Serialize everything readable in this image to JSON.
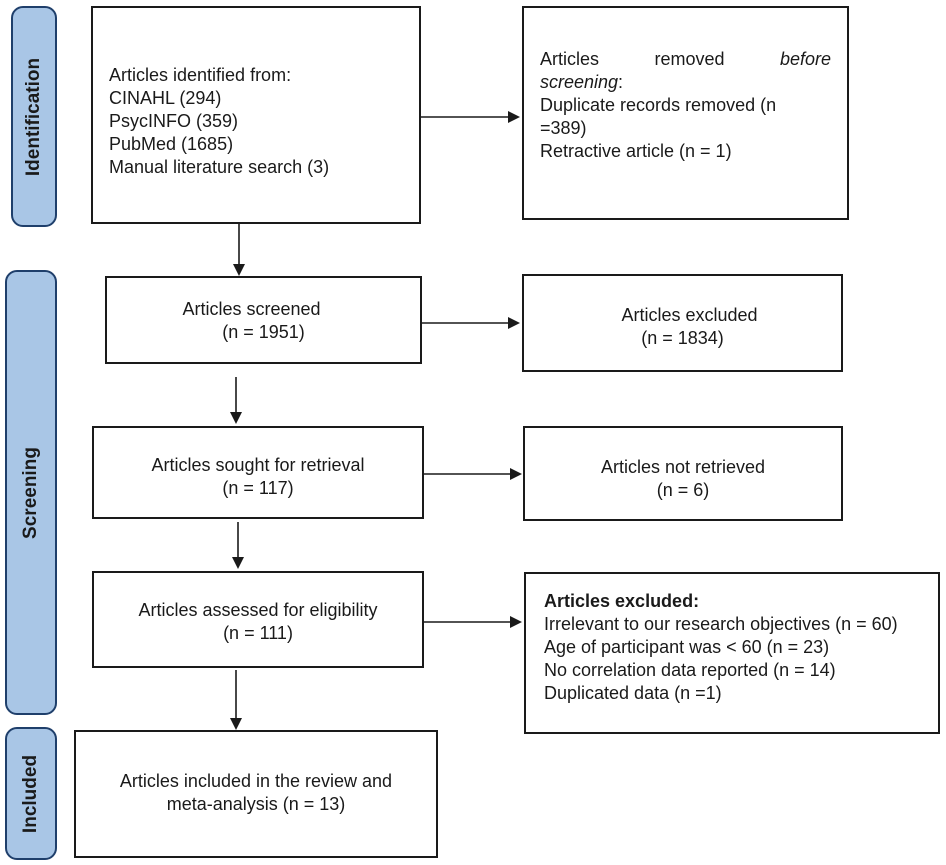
{
  "phases": {
    "identification": "Identification",
    "screening": "Screening",
    "included": "Included"
  },
  "boxes": {
    "identified": {
      "heading": "Articles identified from:",
      "lines": [
        "CINAHL (294)",
        "PsycINFO (359)",
        "PubMed (1685)",
        "Manual literature search (3)"
      ]
    },
    "removed": {
      "heading_pre": "Articles",
      "heading_mid": "removed",
      "heading_italic": "before",
      "heading_italic2": "screening",
      "heading_tail": ":",
      "line1": "Duplicate records removed (n",
      "line2": "=389)",
      "line3": "Retractive article (n = 1)"
    },
    "screened": {
      "line1": "Articles screened",
      "line2": "(n = 1951)"
    },
    "excluded": {
      "line1": "Articles excluded",
      "line2": "(n = 1834)"
    },
    "sought": {
      "line1": "Articles sought for retrieval",
      "line2": "(n = 117)"
    },
    "not_retrieved": {
      "line1": "Articles not retrieved",
      "line2": "(n = 6)"
    },
    "eligibility": {
      "line1": "Articles assessed for eligibility",
      "line2": "(n = 111)"
    },
    "excluded_reasons": {
      "heading": "Articles excluded:",
      "lines": [
        "Irrelevant to our research objectives (n = 60)",
        "Age of participant was < 60 (n = 23)",
        "No correlation data reported (n = 14)",
        "Duplicated data (n =1)"
      ]
    },
    "included": {
      "line1": "Articles included in the review and",
      "line2": "meta-analysis (n = 13)"
    }
  }
}
